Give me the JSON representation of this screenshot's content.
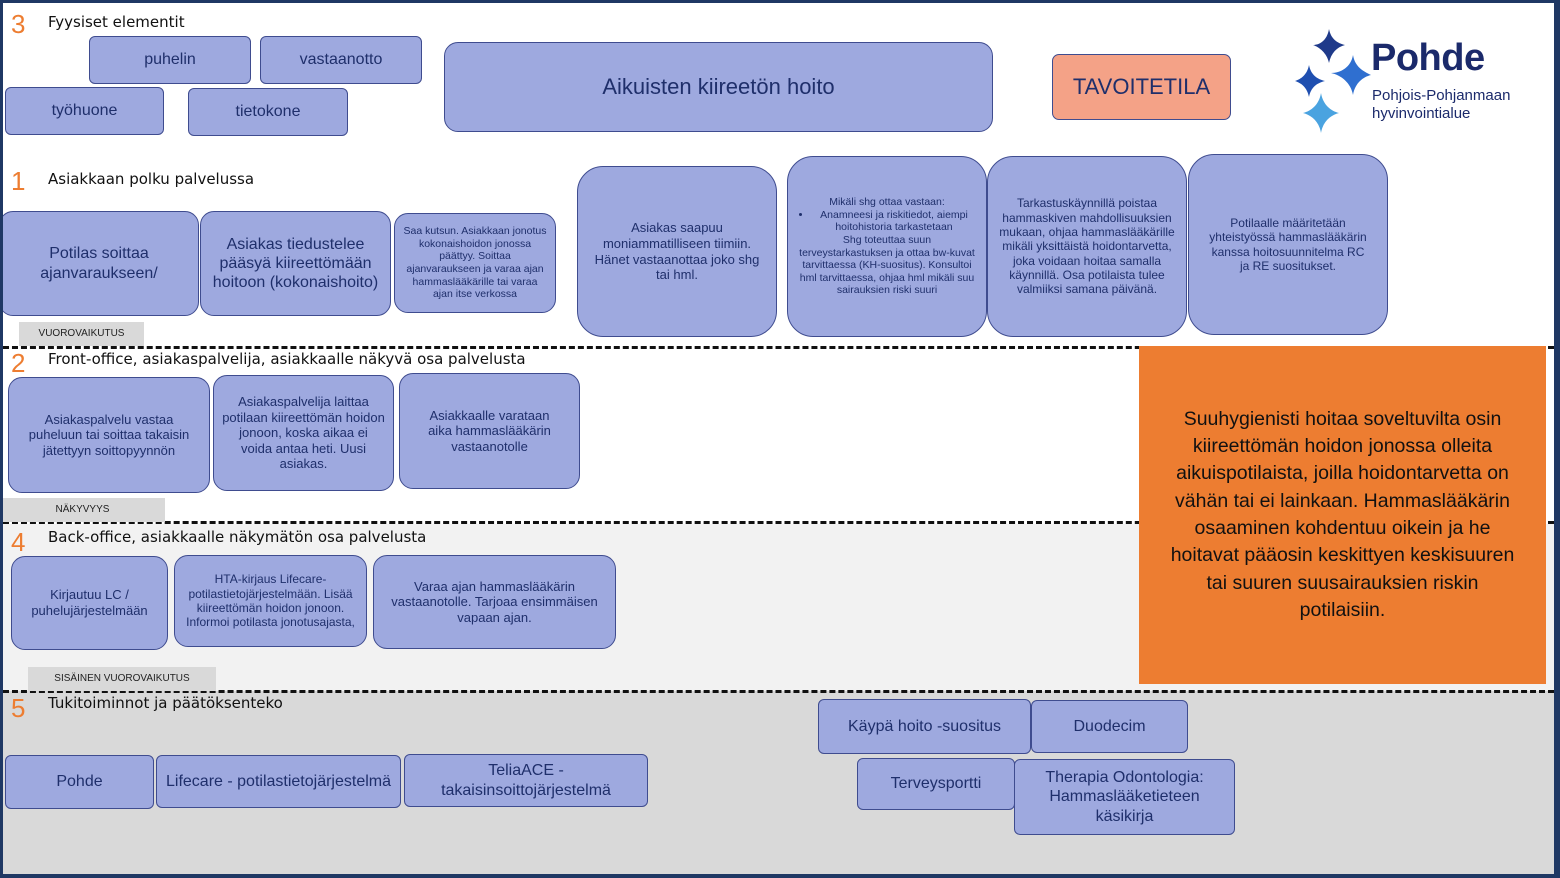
{
  "colors": {
    "frame": "#1f3864",
    "box_fill": "#9ea9df",
    "box_border": "#3f4c8f",
    "box_text": "#1f2f6b",
    "accent_orange": "#ed7d31",
    "target_fill": "#f4a287",
    "backoffice_band": "#f2f2f2",
    "support_band": "#d9d9d9"
  },
  "lanes": {
    "physical": {
      "number": "3",
      "title": "Fyysiset elementit"
    },
    "journey": {
      "number": "1",
      "title": "Asiakkaan polku palvelussa"
    },
    "front": {
      "number": "2",
      "title": "Front-office, asiakaspalvelija, asiakkaalle näkyvä osa palvelusta"
    },
    "back": {
      "number": "4",
      "title": "Back-office, asiakkaalle näkymätön osa palvelusta"
    },
    "support": {
      "number": "5",
      "title": "Tukitoiminnot ja päätöksenteko"
    }
  },
  "lines": {
    "interaction": "VUOROVAIKUTUS",
    "visibility": "NÄKYVYYS",
    "internal": "SISÄINEN VUOROVAIKUTUS"
  },
  "physical_items": [
    "puhelin",
    "vastaanotto",
    "työhuone",
    "tietokone"
  ],
  "service_title": "Aikuisten kiireetön hoito",
  "target_label": "TAVOITETILA",
  "logo": {
    "icon": "pohde-star-logo-icon",
    "name": "Pohde",
    "line1": "Pohjois-Pohjanmaan",
    "line2": "hyvinvointialue"
  },
  "journey_steps": [
    "Potilas soittaa ajanvaraukseen/",
    "Asiakas tiedustelee pääsyä kiireettömään hoitoon (kokonaishoito)",
    "Saa kutsun. Asiakkaan jonotus kokonaishoidon jonossa päättyy. Soittaa ajanvaraukseen ja varaa ajan hammaslääkärille tai varaa ajan itse verkossa",
    "Asiakas saapuu moniammatilliseen tiimiin. Hänet vastaanottaa joko shg tai hml.",
    "Tarkastuskäynnillä poistaa hammaskiven mahdollisuuksien mukaan, ohjaa hammaslääkärille mikäli yksittäistä hoidontarvetta, joka voidaan hoitaa samalla käynnillä. Osa potilaista tulee valmiiksi samana päivänä.",
    "Potilaalle määritetään yhteistyössä hammaslääkärin kanssa hoitosuunnitelma RC ja RE suositukset."
  ],
  "journey_shg": {
    "intro": "Mikäli shg ottaa vastaan:",
    "bullet": "Anamneesi ja riskitiedot, aiempi hoitohistoria tarkastetaan",
    "rest": "Shg toteuttaa suun terveystarkastuksen ja ottaa bw-kuvat tarvittaessa (KH-suositus). Konsultoi hml tarvittaessa, ohjaa hml mikäli suu sairauksien riski suuri"
  },
  "front_steps": [
    "Asiakaspalvelu vastaa puheluun tai soittaa takaisin jätettyyn soittopyynnön",
    "Asiakaspalvelija laittaa potilaan kiireettömän hoidon jonoon, koska aikaa ei voida antaa heti. Uusi asiakas.",
    "Asiakkaalle varataan aika hammaslääkärin vastaanotolle"
  ],
  "back_steps": [
    "Kirjautuu LC / puhelujärjestelmään",
    "HTA-kirjaus Lifecare-potilastietojärjestelmään. Lisää kiireettömän hoidon jonoon. Informoi potilasta jonotusajasta,",
    "Varaa ajan hammaslääkärin vastaanotolle. Tarjoaa ensimmäisen vapaan ajan."
  ],
  "support_items": [
    "Pohde",
    "Lifecare - potilastietojärjestelmä",
    "TeliaACE - takaisinsoittojärjestelmä",
    "Käypä hoito -suositus",
    "Duodecim",
    "Terveysportti",
    "Therapia Odontologia: Hammaslääketieteen käsikirja"
  ],
  "goal_text": "Suuhygienisti hoitaa soveltuvilta osin kiireettömän hoidon jonossa olleita aikuispotilaista, joilla hoidontarvetta on vähän tai ei lainkaan. Hammaslääkärin osaaminen kohdentuu oikein ja he hoitavat pääosin keskittyen keskisuuren tai suuren suusairauksien riskin potilaisiin."
}
